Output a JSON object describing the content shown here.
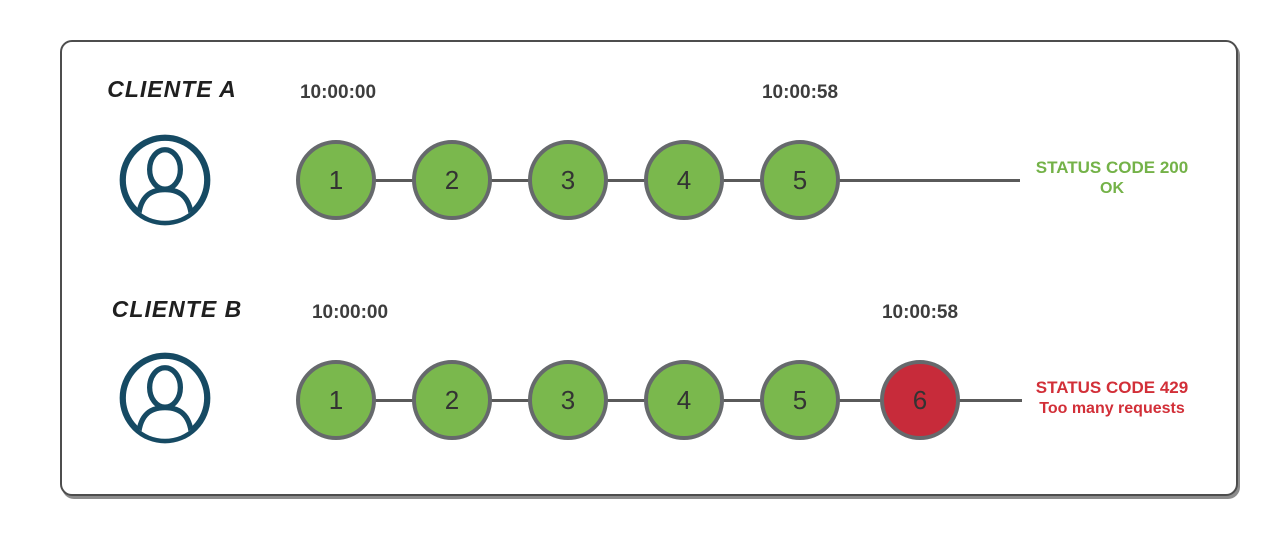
{
  "colors": {
    "request_ok_fill": "#7ab84d",
    "request_limited_fill": "#c72b3a",
    "circle_border": "#66696c",
    "circle_number_text": "#333333",
    "track_line": "#5a5a5a",
    "panel_border": "#4d4d4d",
    "timestamp_text": "#3d3d3d",
    "client_label_text": "#1f1f1f",
    "status_ok_text": "#74b248",
    "status_limited_text": "#d22f38",
    "avatar_navy": "#164a63"
  },
  "icons": {
    "avatar": "user-in-circle-icon"
  },
  "rows": [
    {
      "client_label": "CLIENTE A",
      "window_start_time": "10:00:00",
      "window_end_time": "10:00:58",
      "requests": [
        {
          "label": "1",
          "status": "ok"
        },
        {
          "label": "2",
          "status": "ok"
        },
        {
          "label": "3",
          "status": "ok"
        },
        {
          "label": "4",
          "status": "ok"
        },
        {
          "label": "5",
          "status": "ok"
        }
      ],
      "status_line1": "STATUS CODE 200",
      "status_line2": "OK"
    },
    {
      "client_label": "CLIENTE B",
      "window_start_time": "10:00:00",
      "window_end_time": "10:00:58",
      "requests": [
        {
          "label": "1",
          "status": "ok"
        },
        {
          "label": "2",
          "status": "ok"
        },
        {
          "label": "3",
          "status": "ok"
        },
        {
          "label": "4",
          "status": "ok"
        },
        {
          "label": "5",
          "status": "ok"
        },
        {
          "label": "6",
          "status": "limited"
        }
      ],
      "status_line1": "STATUS CODE 429",
      "status_line2": "Too many requests"
    }
  ]
}
